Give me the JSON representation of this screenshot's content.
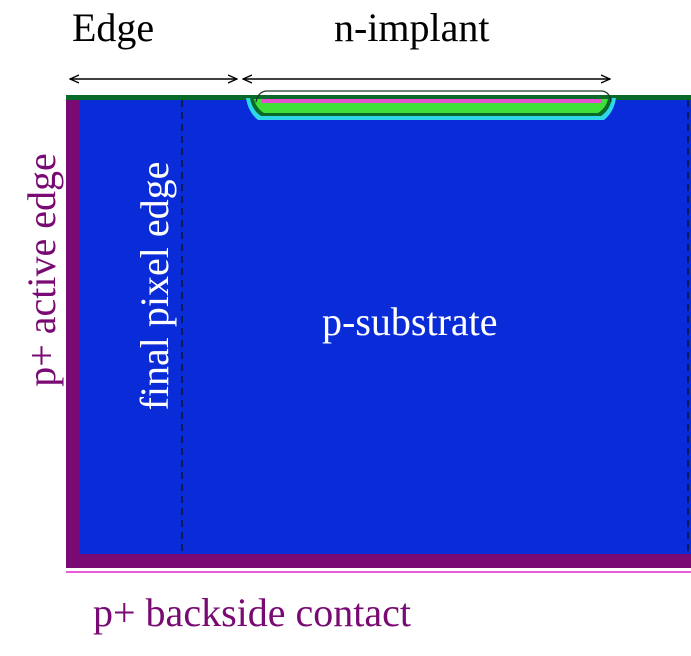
{
  "diagram": {
    "labels": {
      "edge": "Edge",
      "n_implant": "n-implant",
      "p_substrate": "p-substrate",
      "final_pixel_edge": "final pixel edge",
      "p_active_edge": "p+ active edge",
      "p_backside_contact": "p+ backside contact"
    },
    "colors": {
      "substrate": "#0a2bd8",
      "p_plus": "#7a0a73",
      "backside_highlight": "#e85ad8",
      "top_surface": "#0a6a2a",
      "implant_green": "#3fe03a",
      "implant_pink": "#e84fd0",
      "implant_cyan": "#2fd8e8",
      "dashed_line": "#0a1a3a",
      "text_dark": "#000000",
      "text_light": "#ffffff"
    }
  }
}
